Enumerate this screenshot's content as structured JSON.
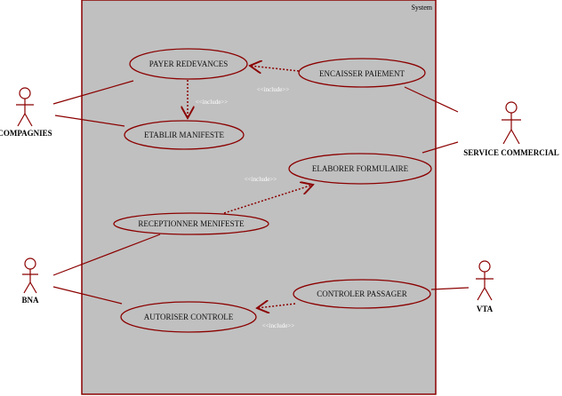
{
  "system_label": "System",
  "include_label": "<<include>>",
  "use_cases": {
    "payer": "PAYER REDEVANCES",
    "encaisser": "ENCAISSER PAIEMENT",
    "etablir": "ETABLIR MANIFESTE",
    "elaborer": "ELABORER FORMULAIRE",
    "receptionner": "RECEPTIONNER MENIFESTE",
    "controler": "CONTROLER PASSAGER",
    "autoriser": "AUTORISER CONTROLE"
  },
  "actors": {
    "compagnies": "COMPAGNIES",
    "service_commercial": "SERVICE COMMERCIAL",
    "bna": "BNA",
    "vta": "VTA"
  },
  "colors": {
    "system_fill": "#c0c0c0",
    "line": "#8b0000"
  }
}
